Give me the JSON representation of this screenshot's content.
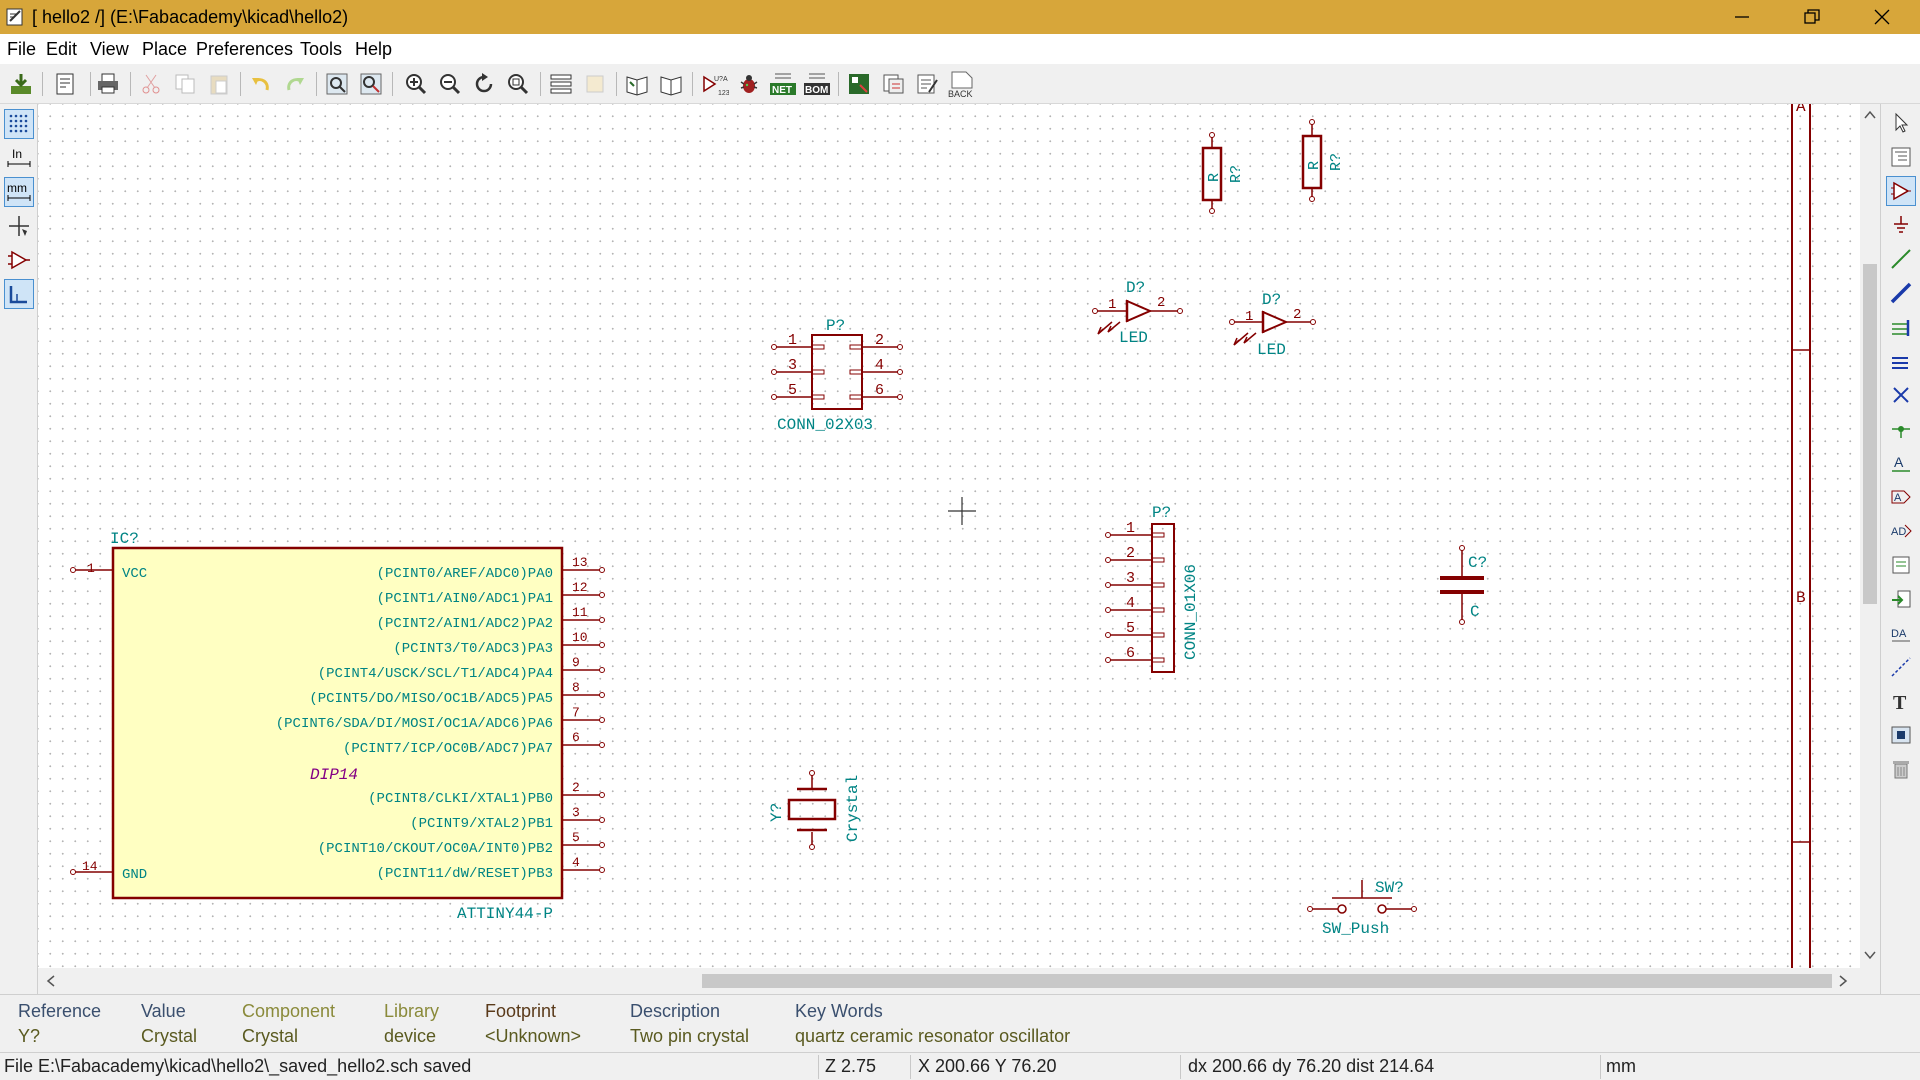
{
  "window": {
    "title": "[ hello2 /] (E:\\Fabacademy\\kicad\\hello2)"
  },
  "menu": [
    "File",
    "Edit",
    "View",
    "Place",
    "Preferences",
    "Tools",
    "Help"
  ],
  "toolbar": {
    "net_label": "NET",
    "bom_label": "BOM",
    "annotate_label": "U?A",
    "back_label": "BACK"
  },
  "left_toolbar": {
    "inch_label": "In",
    "mm_label": "mm"
  },
  "schematic": {
    "ic": {
      "ref": "IC?",
      "value": "ATTINY44-P",
      "package": "DIP14",
      "left_pins": [
        {
          "num": "1",
          "name": "VCC"
        },
        {
          "num": "14",
          "name": "GND"
        }
      ],
      "right_pins": [
        {
          "num": "13",
          "name": "(PCINT0/AREF/ADC0)PA0"
        },
        {
          "num": "12",
          "name": "(PCINT1/AIN0/ADC1)PA1"
        },
        {
          "num": "11",
          "name": "(PCINT2/AIN1/ADC2)PA2"
        },
        {
          "num": "10",
          "name": "(PCINT3/T0/ADC3)PA3"
        },
        {
          "num": "9",
          "name": "(PCINT4/USCK/SCL/T1/ADC4)PA4"
        },
        {
          "num": "8",
          "name": "(PCINT5/DO/MISO/OC1B/ADC5)PA5"
        },
        {
          "num": "7",
          "name": "(PCINT6/SDA/DI/MOSI/OC1A/ADC6)PA6"
        },
        {
          "num": "6",
          "name": "(PCINT7/ICP/OC0B/ADC7)PA7"
        },
        {
          "num": "2",
          "name": "(PCINT8/CLKI/XTAL1)PB0"
        },
        {
          "num": "3",
          "name": "(PCINT9/XTAL2)PB1"
        },
        {
          "num": "5",
          "name": "(PCINT10/CKOUT/OC0A/INT0)PB2"
        },
        {
          "num": "4",
          "name": "(PCINT11/dW/RESET)PB3"
        }
      ]
    },
    "conn_2x3": {
      "ref": "P?",
      "value": "CONN_02X03",
      "left_pins": [
        "1",
        "3",
        "5"
      ],
      "right_pins": [
        "2",
        "4",
        "6"
      ]
    },
    "conn_1x6": {
      "ref": "P?",
      "value": "CONN_01X06",
      "pins": [
        "1",
        "2",
        "3",
        "4",
        "5",
        "6"
      ]
    },
    "resistors": [
      {
        "ref": "R?",
        "value": "R"
      },
      {
        "ref": "R?",
        "value": "R"
      }
    ],
    "leds": [
      {
        "ref": "D?",
        "value": "LED",
        "pin1": "1",
        "pin2": "2"
      },
      {
        "ref": "D?",
        "value": "LED",
        "pin1": "1",
        "pin2": "2"
      }
    ],
    "capacitor": {
      "ref": "C?",
      "value": "C"
    },
    "crystal": {
      "ref": "Y?",
      "value": "Crystal"
    },
    "switch": {
      "ref": "SW?",
      "value": "SW_Push"
    },
    "border_labels": [
      "A",
      "B"
    ]
  },
  "info_panel": [
    {
      "header": "Reference",
      "value": "Y?"
    },
    {
      "header": "Value",
      "value": "Crystal"
    },
    {
      "header": "Component",
      "value": "Crystal"
    },
    {
      "header": "Library",
      "value": "device"
    },
    {
      "header": "Footprint",
      "value": "<Unknown>"
    },
    {
      "header": "Description",
      "value": "Two pin crystal"
    },
    {
      "header": "Key Words",
      "value": "quartz ceramic resonator oscillator"
    }
  ],
  "status": {
    "message": "File E:\\Fabacademy\\kicad\\hello2\\_saved_hello2.sch saved",
    "zoom": "Z 2.75",
    "coords": "X 200.66  Y 76.20",
    "delta": "dx 200.66  dy 76.20  dist 214.64",
    "units": "mm"
  },
  "colors": {
    "title_bar": "#d7a63a",
    "component": "#840000",
    "text": "#008484",
    "ic_fill": "#ffffc2",
    "pin_name": "#840000",
    "package_label": "#840084"
  }
}
